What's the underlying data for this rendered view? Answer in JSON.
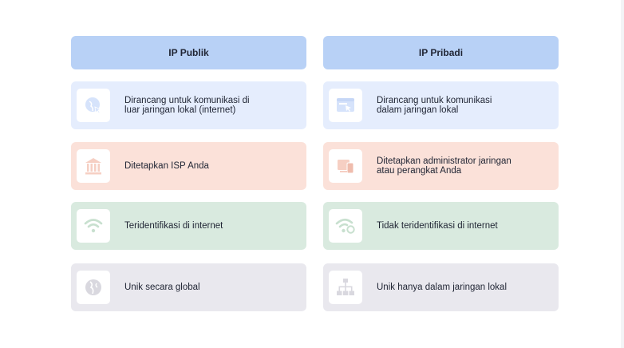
{
  "colors": {
    "header": "#b8d1f6",
    "row_blue": "#e5edfd",
    "row_red": "#fbe1d9",
    "row_green": "#d9eadf",
    "row_gray": "#e9e8ee",
    "icon_blue": "#d6e3fb",
    "icon_red": "#f6cfc3",
    "icon_green": "#c8e0cf",
    "icon_gray": "#d9d8df"
  },
  "columns": [
    {
      "header": "IP Publik",
      "rows": [
        {
          "icon": "globe-pointer-icon",
          "text": "Dirancang untuk komunikasi di\nluar jaringan lokal (internet)"
        },
        {
          "icon": "institution-icon",
          "text": "Ditetapkan ISP Anda"
        },
        {
          "icon": "wifi-icon",
          "text": "Teridentifikasi di internet"
        },
        {
          "icon": "globe-icon",
          "text": "Unik secara global"
        }
      ]
    },
    {
      "header": "IP Pribadi",
      "rows": [
        {
          "icon": "browser-window-icon",
          "text": "Dirancang untuk komunikasi\ndalam jaringan lokal"
        },
        {
          "icon": "devices-icon",
          "text": "Ditetapkan administrator jaringan\natau perangkat Anda"
        },
        {
          "icon": "wifi-off-icon",
          "text": "Tidak teridentifikasi di internet"
        },
        {
          "icon": "network-tree-icon",
          "text": "Unik hanya dalam jaringan lokal"
        }
      ]
    }
  ]
}
